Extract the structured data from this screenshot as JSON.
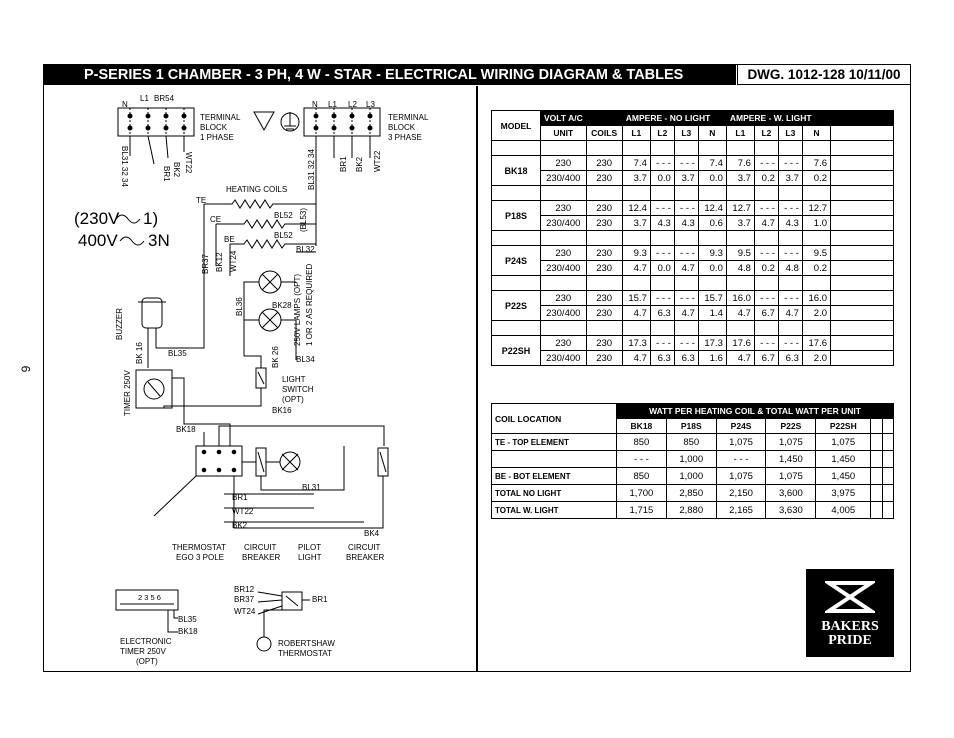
{
  "title": "P-SERIES   1 CHAMBER - 3 PH, 4 W - STAR - ELECTRICAL WIRING DIAGRAM & TABLES",
  "drawing_number": "DWG. 1012-128  10/11/00",
  "page_number": "6",
  "voltage_labels": [
    "(230V",
    "1)",
    "400V",
    "3N"
  ],
  "diagram_labels": {
    "tb1": [
      "TERMINAL",
      "BLOCK",
      "1 PHASE"
    ],
    "tb3": [
      "TERMINAL",
      "BLOCK",
      "3 PHASE"
    ],
    "tb1_terms": [
      "N",
      "L1",
      "BR54"
    ],
    "tb3_terms": [
      "N",
      "L1",
      "L2",
      "L3"
    ],
    "heating_coils": "HEATING COILS",
    "te": "TE",
    "ce": "CE",
    "be": "BE",
    "bl52a": "BL52",
    "bl52b": "BL52",
    "bl53": "(BL53)",
    "bl32": "BL32",
    "bl31_3234": "BL31 32 34",
    "bl31_3234b": "BL31 32 34",
    "br1a": "BR1",
    "bk2a": "BK2",
    "wt22a": "WT22",
    "br1b": "BR1",
    "bk2b": "BK2",
    "wt22b": "WT22",
    "br37": "BR37",
    "bk12": "BK12",
    "wt24": "WT24",
    "bl36": "BL36",
    "bk28": "BK28",
    "bk26": "BK 26",
    "bl34": "BL34",
    "lamps": "250V LAMPS (OPT)",
    "lamps2": "1 OR 2 AS REQUIRED",
    "buzzer": "BUZZER",
    "bk16a": "BK 16",
    "bl35a": "BL35",
    "timer": "TIMER 250V",
    "light_switch": [
      "LIGHT",
      "SWITCH",
      "(OPT)"
    ],
    "bk16b": "BK16",
    "bk18a": "BK18",
    "bl31": "BL31",
    "br1c": "BR1",
    "wt22c": "WT22",
    "bk2c": "BK2",
    "bk4": "BK4",
    "thermostat": [
      "THERMOSTAT",
      "EGO 3 POLE"
    ],
    "cb1": [
      "CIRCUIT",
      "BREAKER"
    ],
    "pilot": [
      "PILOT",
      "LIGHT"
    ],
    "cb2": [
      "CIRCUIT",
      "BREAKER"
    ],
    "timer_terms": "2  3  5  6",
    "br12": "BR12",
    "br37b": "BR37",
    "wt24b": "WT24",
    "br1d": "BR1",
    "bl35b": "BL35",
    "bk18b": "BK18",
    "electronic_timer": [
      "ELECTRONIC",
      "TIMER  250V",
      "(OPT)"
    ],
    "robertshaw": [
      "ROBERTSHAW",
      "THERMOSTAT"
    ]
  },
  "volt_table": {
    "model_header": "MODEL",
    "volt_header": "VOLT A/C",
    "amp_no_light_header": "AMPERE - NO LIGHT",
    "amp_w_light_header": "AMPERE - W. LIGHT",
    "subheaders": [
      "UNIT",
      "COILS",
      "L1",
      "L2",
      "L3",
      "N",
      "L1",
      "L2",
      "L3",
      "N"
    ],
    "rows": [
      {
        "model": "BK18",
        "lines": [
          [
            "230",
            "230",
            "7.4",
            "- - -",
            "- - -",
            "7.4",
            "7.6",
            "- - -",
            "- - -",
            "7.6"
          ],
          [
            "230/400",
            "230",
            "3.7",
            "0.0",
            "3.7",
            "0.0",
            "3.7",
            "0.2",
            "3.7",
            "0.2"
          ]
        ]
      },
      {
        "model": "P18S",
        "lines": [
          [
            "230",
            "230",
            "12.4",
            "- - -",
            "- - -",
            "12.4",
            "12.7",
            "- - -",
            "- - -",
            "12.7"
          ],
          [
            "230/400",
            "230",
            "3.7",
            "4.3",
            "4.3",
            "0.6",
            "3.7",
            "4.7",
            "4.3",
            "1.0"
          ]
        ]
      },
      {
        "model": "P24S",
        "lines": [
          [
            "230",
            "230",
            "9.3",
            "- - -",
            "- - -",
            "9.3",
            "9.5",
            "- - -",
            "- - -",
            "9.5"
          ],
          [
            "230/400",
            "230",
            "4.7",
            "0.0",
            "4.7",
            "0.0",
            "4.8",
            "0.2",
            "4.8",
            "0.2"
          ]
        ]
      },
      {
        "model": "P22S",
        "lines": [
          [
            "230",
            "230",
            "15.7",
            "- - -",
            "- - -",
            "15.7",
            "16.0",
            "- - -",
            "- - -",
            "16.0"
          ],
          [
            "230/400",
            "230",
            "4.7",
            "6.3",
            "4.7",
            "1.4",
            "4.7",
            "6.7",
            "4.7",
            "2.0"
          ]
        ]
      },
      {
        "model": "P22SH",
        "lines": [
          [
            "230",
            "230",
            "17.3",
            "- - -",
            "- - -",
            "17.3",
            "17.6",
            "- - -",
            "- - -",
            "17.6"
          ],
          [
            "230/400",
            "230",
            "4.7",
            "6.3",
            "6.3",
            "1.6",
            "4.7",
            "6.7",
            "6.3",
            "2.0"
          ]
        ]
      }
    ]
  },
  "watt_table": {
    "coil_location_header": "COIL LOCATION",
    "watt_header": "WATT PER HEATING COIL  &  TOTAL WATT PER UNIT",
    "models": [
      "BK18",
      "P18S",
      "P24S",
      "P22S",
      "P22SH"
    ],
    "rows": [
      {
        "label": "TE - TOP ELEMENT",
        "values": [
          "850",
          "850",
          "1,075",
          "1,075",
          "1,075"
        ]
      },
      {
        "label": "",
        "values": [
          "- - -",
          "1,000",
          "- - -",
          "1,450",
          "1,450"
        ]
      },
      {
        "label": "BE - BOT ELEMENT",
        "values": [
          "850",
          "1,000",
          "1,075",
          "1,075",
          "1,450"
        ]
      },
      {
        "label": "TOTAL NO LIGHT",
        "values": [
          "1,700",
          "2,850",
          "2,150",
          "3,600",
          "3,975"
        ]
      },
      {
        "label": "TOTAL W. LIGHT",
        "values": [
          "1,715",
          "2,880",
          "2,165",
          "3,630",
          "4,005"
        ]
      }
    ]
  },
  "logo": {
    "line1": "BAKERS",
    "line2": "PRIDE"
  }
}
